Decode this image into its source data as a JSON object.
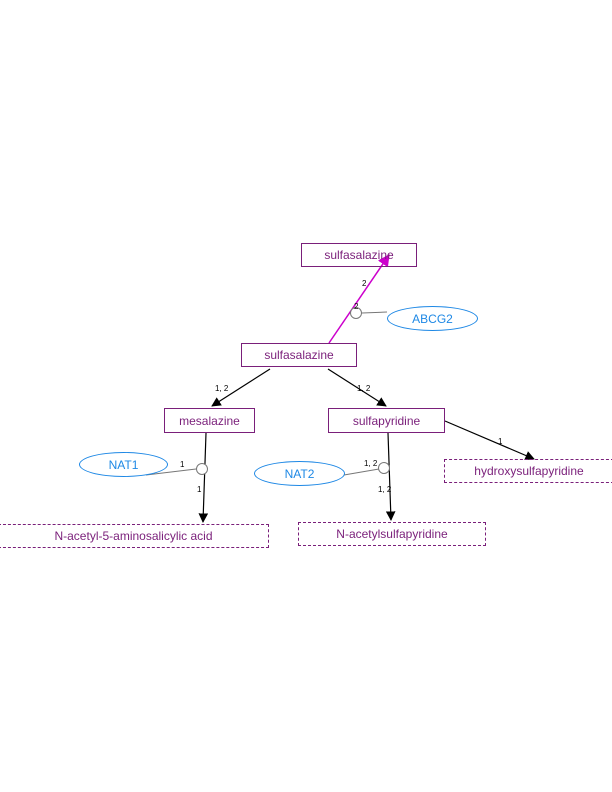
{
  "colors": {
    "metabolite": "#7a1f7a",
    "gene": "#1e88e5",
    "transport_edge": "#cc00cc",
    "edge": "#000000",
    "inhibit": "#777777"
  },
  "nodes": {
    "sulfasalazine_top": "sulfasalazine",
    "sulfasalazine": "sulfasalazine",
    "mesalazine": "mesalazine",
    "sulfapyridine": "sulfapyridine",
    "n_acetyl_5_asa": "N-acetyl-5-aminosalicylic acid",
    "n_acetylsulfapyridine": "N-acetylsulfapyridine",
    "hydroxysulfapyridine": "hydroxysulfapyridine"
  },
  "genes": {
    "abcg2": "ABCG2",
    "nat1": "NAT1",
    "nat2": "NAT2"
  },
  "edge_labels": {
    "transport": "2",
    "transport_gene": "2",
    "to_mesalazine": "1, 2",
    "to_sulfapyridine": "1, 2",
    "nat1_gene": "1",
    "mesalazine_to_acetyl": "1",
    "nat2_gene": "1, 2",
    "sulfapyridine_to_acetyl": "1, 2",
    "sulfapyridine_to_hydroxy": "1"
  }
}
